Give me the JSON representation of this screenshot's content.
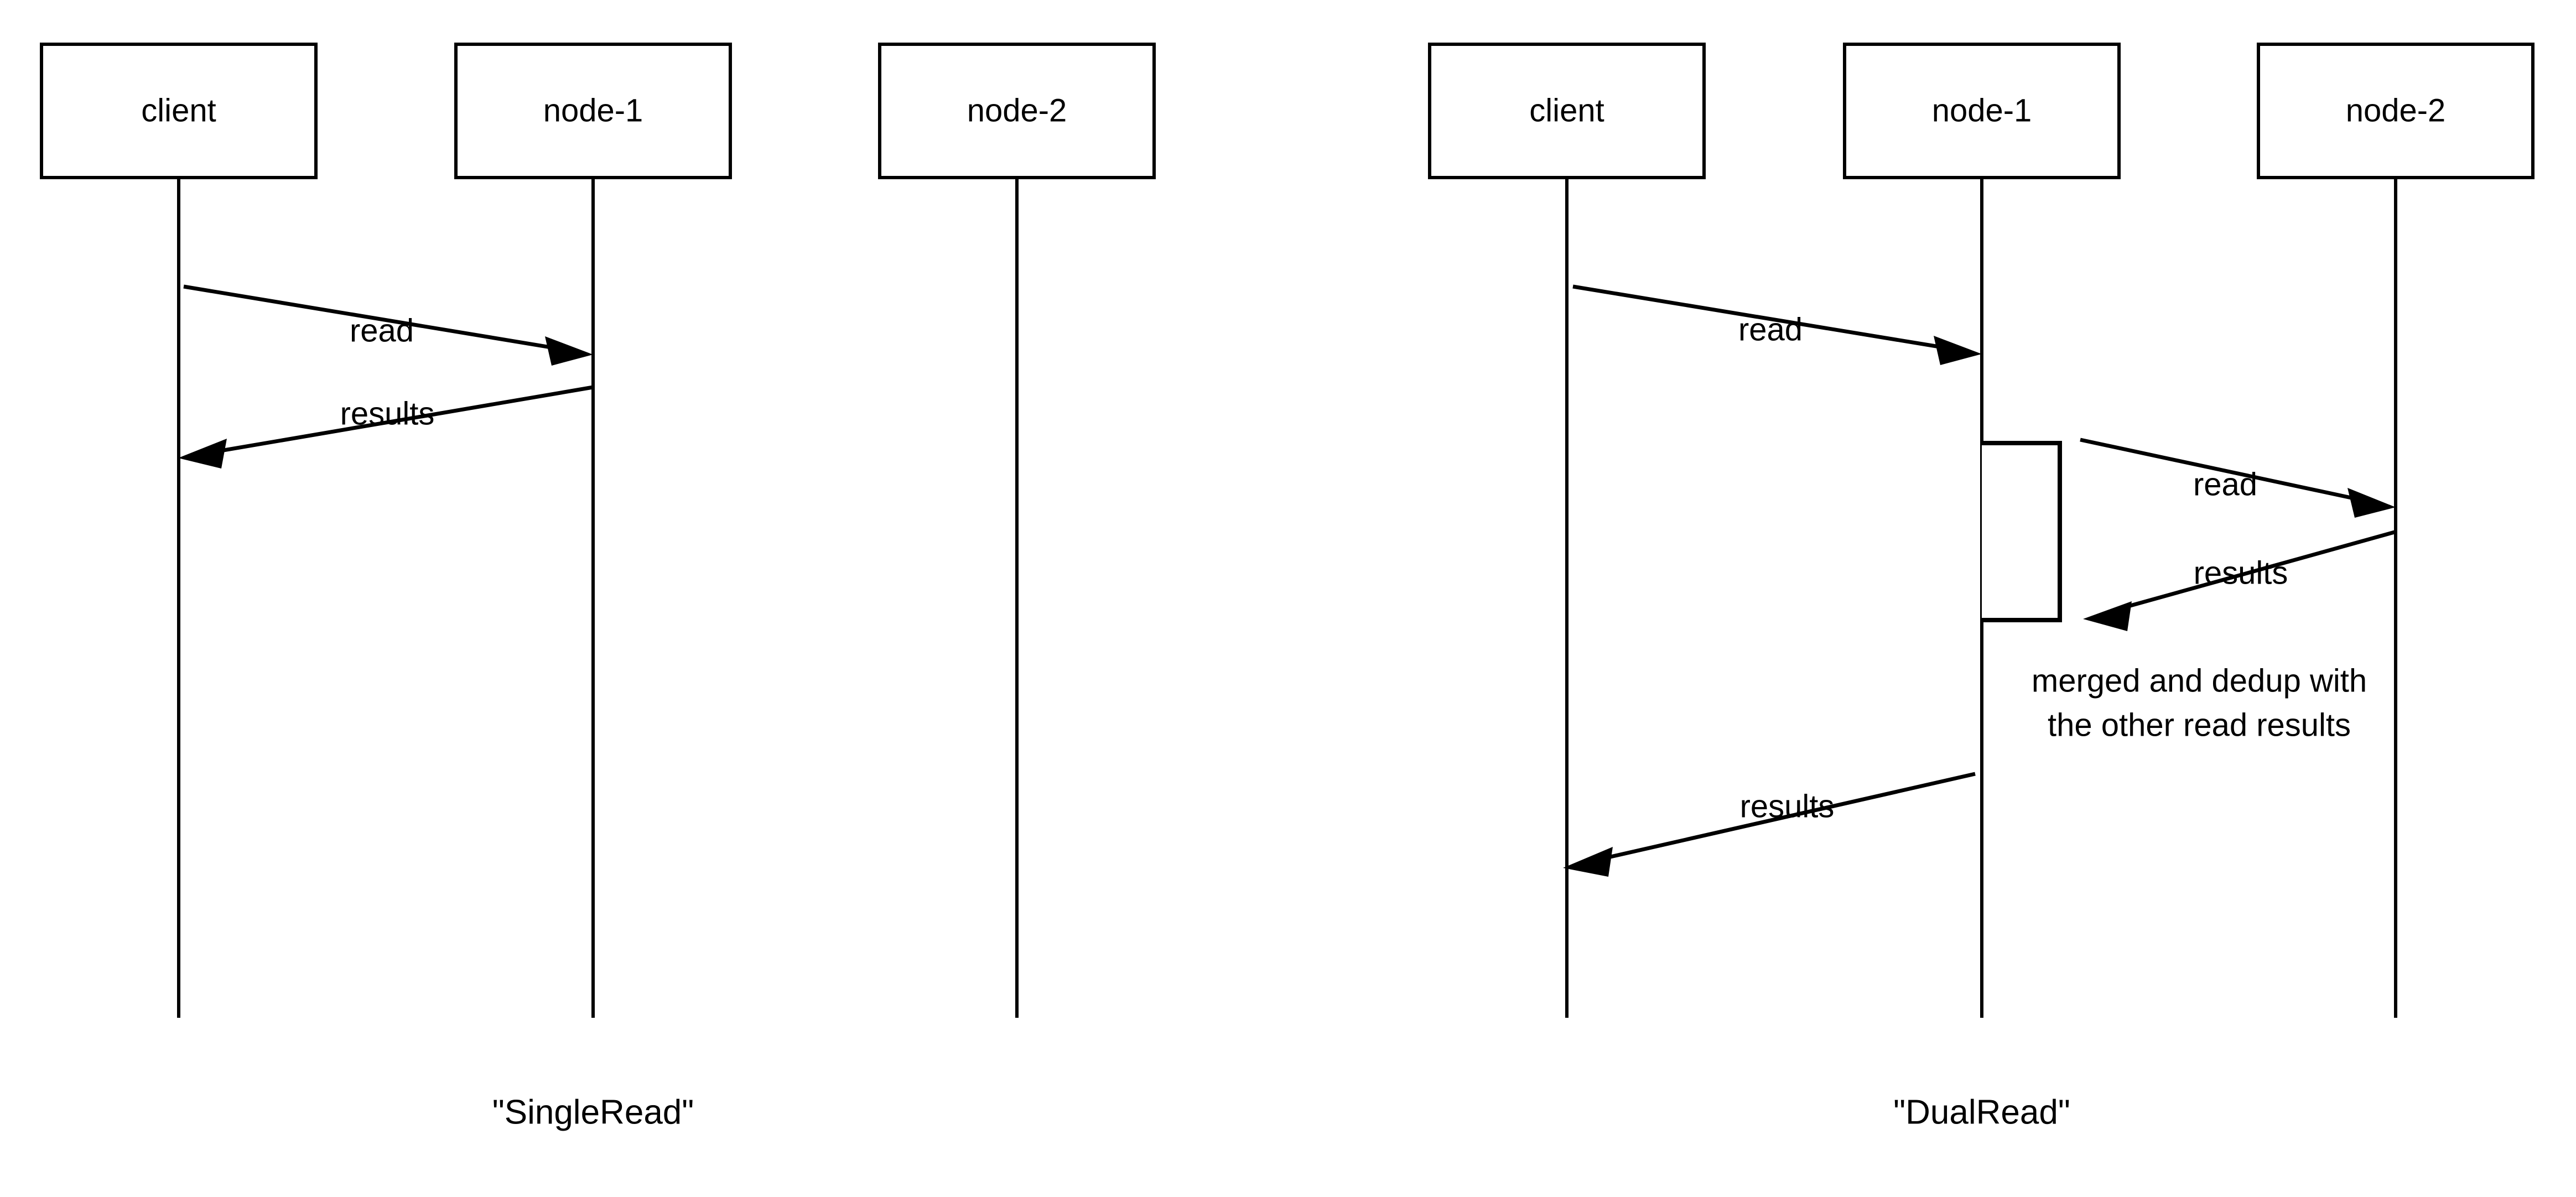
{
  "diagram": {
    "type": "sequence-diagram",
    "background_color": "#ffffff",
    "line_color": "#000000",
    "panels": [
      {
        "id": "single-read",
        "caption": "\"SingleRead\"",
        "participants": [
          {
            "id": "client",
            "label": "client"
          },
          {
            "id": "node-1",
            "label": "node-1"
          },
          {
            "id": "node-2",
            "label": "node-2"
          }
        ],
        "messages": [
          {
            "id": "m1",
            "label": "read",
            "from": "client",
            "to": "node-1",
            "direction": "right"
          },
          {
            "id": "m2",
            "label": "results",
            "from": "node-1",
            "to": "client",
            "direction": "left"
          }
        ],
        "activations": [],
        "notes": []
      },
      {
        "id": "dual-read",
        "caption": "\"DualRead\"",
        "participants": [
          {
            "id": "client",
            "label": "client"
          },
          {
            "id": "node-1",
            "label": "node-1"
          },
          {
            "id": "node-2",
            "label": "node-2"
          }
        ],
        "messages": [
          {
            "id": "m1",
            "label": "read",
            "from": "client",
            "to": "node-1",
            "direction": "right"
          },
          {
            "id": "m2",
            "label": "read",
            "from": "node-1",
            "to": "node-2",
            "direction": "right"
          },
          {
            "id": "m3",
            "label": "results",
            "from": "node-2",
            "to": "node-1",
            "direction": "left"
          },
          {
            "id": "m4",
            "label": "results",
            "from": "node-1",
            "to": "client",
            "direction": "left"
          }
        ],
        "activations": [
          {
            "id": "a1",
            "on": "node-1"
          }
        ],
        "notes": [
          {
            "id": "n1",
            "on": "node-1",
            "lines": [
              "merged and dedup with",
              "the other read results"
            ]
          }
        ]
      }
    ]
  },
  "labels": {
    "p0_client": "client",
    "p0_node1": "node-1",
    "p0_node2": "node-2",
    "p1_client": "client",
    "p1_node1": "node-1",
    "p1_node2": "node-2",
    "p0_m1": "read",
    "p0_m2": "results",
    "p1_m1": "read",
    "p1_m2": "read",
    "p1_m3": "results",
    "p1_m4": "results",
    "note_line1": "merged and dedup with",
    "note_line2": "the other read results",
    "caption_left": "\"SingleRead\"",
    "caption_right": "\"DualRead\""
  }
}
